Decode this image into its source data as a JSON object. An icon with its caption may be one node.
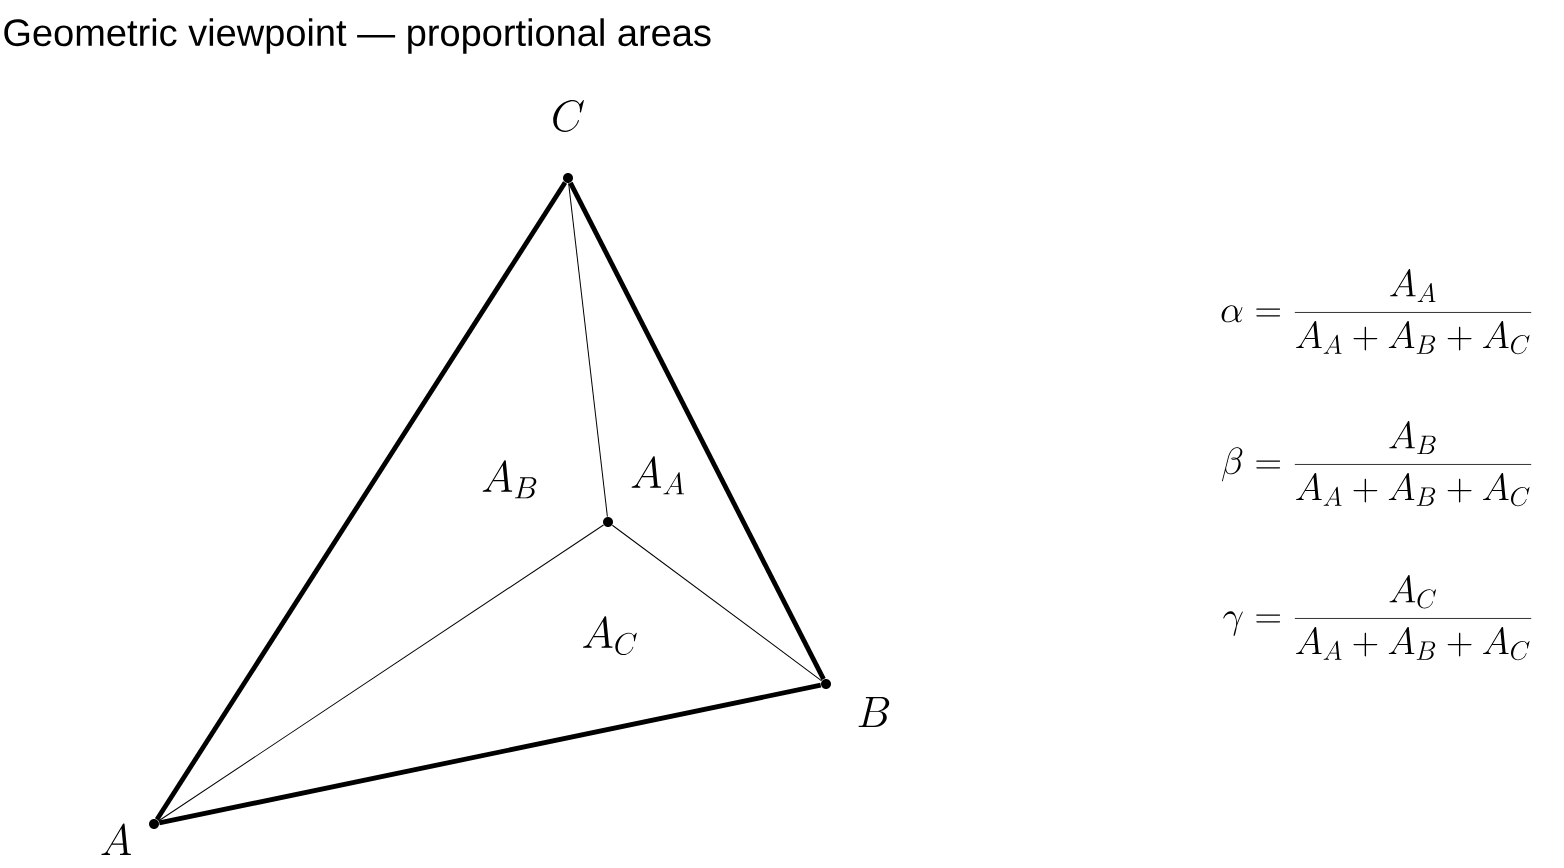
{
  "diagram": {
    "title": "Geometric viewpoint — proportional areas",
    "nodes": [
      {
        "text": [],
        "shape": "circle",
        "beside": [
          "C"
        ]
      },
      {
        "text": [],
        "shape": "circle",
        "beside": [
          "A"
        ]
      },
      {
        "text": [],
        "shape": "circle",
        "beside": [
          "B"
        ]
      },
      {
        "text": [],
        "shape": "circle"
      }
    ],
    "edges": [
      {
        "from": 0,
        "to": 1,
        "arrow": "none",
        "style": "thick"
      },
      {
        "from": 1,
        "to": 2,
        "arrow": "none",
        "style": "thick"
      },
      {
        "from": 2,
        "to": 0,
        "arrow": "none",
        "style": "thick"
      },
      {
        "from": 3,
        "to": 0,
        "arrow": "none"
      },
      {
        "from": 3,
        "to": 1,
        "arrow": "none"
      },
      {
        "from": 3,
        "to": 2,
        "arrow": "none"
      }
    ],
    "labels": [
      "A_B",
      "A_A",
      "A_C",
      "\\alpha = \\frac{A_A}{A_A + A_B + A_C}",
      "\\beta = \\frac{A_B}{A_A + A_B + A_C}",
      "\\gamma = \\frac{A_C}{A_A + A_B + A_C}"
    ]
  }
}
